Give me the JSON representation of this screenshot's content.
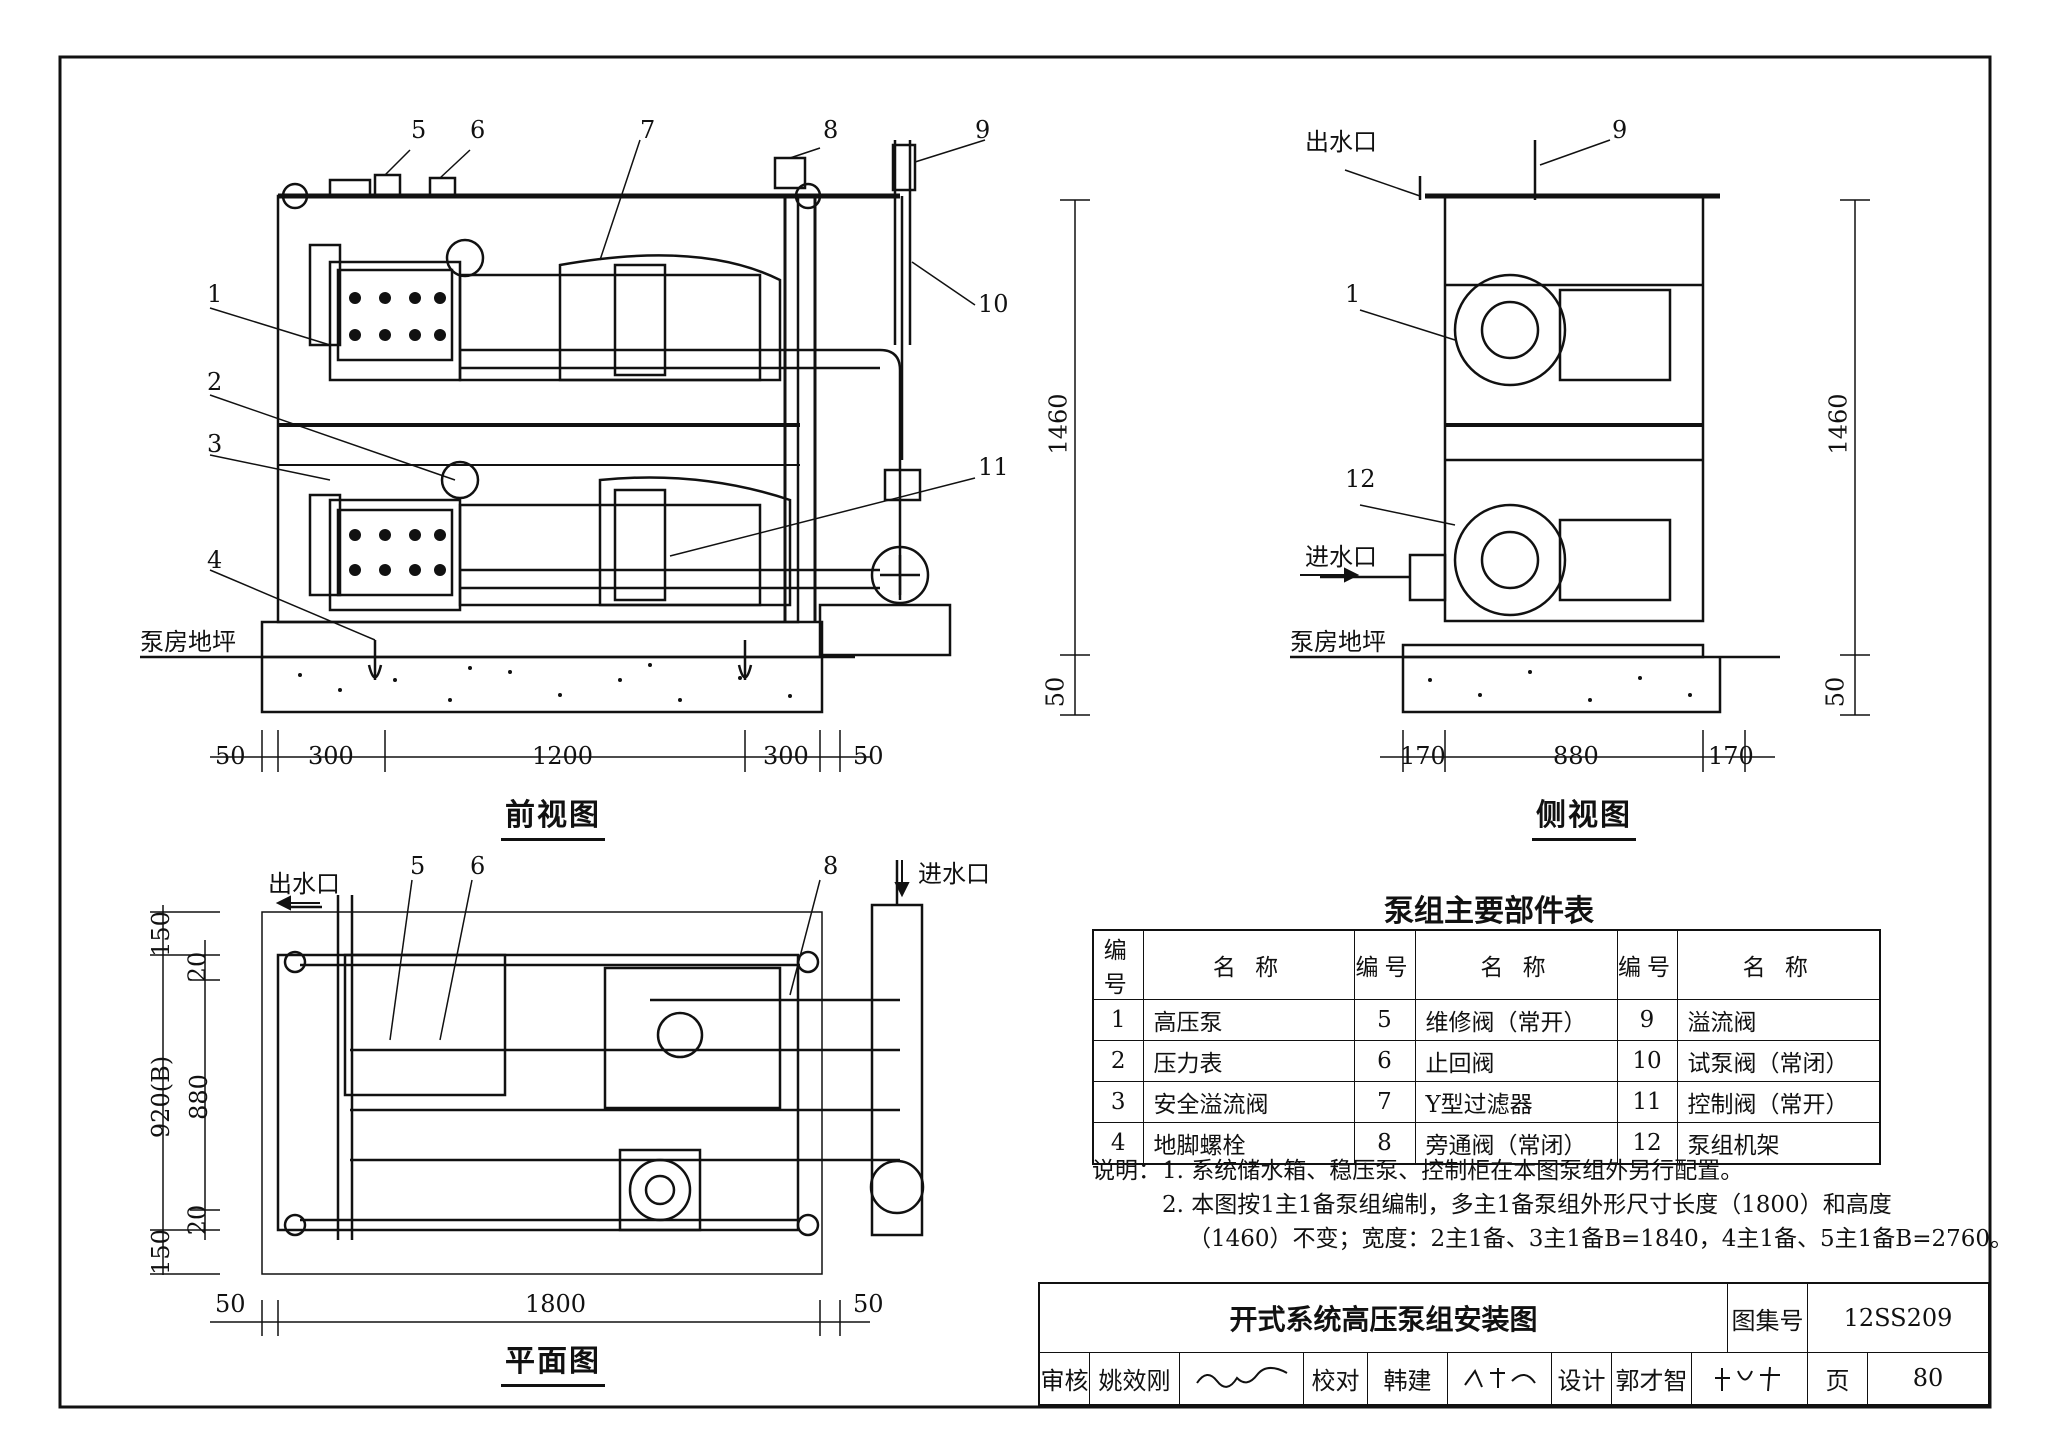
{
  "views": {
    "front": {
      "title": "前视图",
      "callouts": [
        "1",
        "2",
        "3",
        "4",
        "5",
        "6",
        "7",
        "8",
        "9",
        "10",
        "11"
      ],
      "floor_label": "泵房地坪",
      "dims_bottom": [
        "50",
        "300",
        "1200",
        "300",
        "50"
      ],
      "dim_height": "1460",
      "dim_base": "50"
    },
    "side": {
      "title": "侧视图",
      "callouts": [
        "9",
        "1",
        "12"
      ],
      "outlet_label": "出水口",
      "inlet_label": "进水口",
      "floor_label": "泵房地坪",
      "dims_bottom": [
        "170",
        "880",
        "170"
      ],
      "dim_height": "1460",
      "dim_base": "50"
    },
    "plan": {
      "title": "平面图",
      "callouts": [
        "5",
        "6",
        "8"
      ],
      "outlet_label": "出水口",
      "inlet_label": "进水口",
      "dims_bottom": [
        "50",
        "1800",
        "50"
      ],
      "dims_left": [
        "150",
        "20",
        "880",
        "920(B)",
        "20",
        "150"
      ]
    }
  },
  "parts_table": {
    "title": "泵组主要部件表",
    "header": [
      "编号",
      "名 称",
      "编号",
      "名 称",
      "编号",
      "名 称"
    ],
    "rows": [
      [
        "1",
        "高压泵",
        "5",
        "维修阀（常开）",
        "9",
        "溢流阀"
      ],
      [
        "2",
        "压力表",
        "6",
        "止回阀",
        "10",
        "试泵阀（常闭）"
      ],
      [
        "3",
        "安全溢流阀",
        "7",
        "Y型过滤器",
        "11",
        "控制阀（常开）"
      ],
      [
        "4",
        "地脚螺栓",
        "8",
        "旁通阀（常闭）",
        "12",
        "泵组机架"
      ]
    ]
  },
  "notes": {
    "prefix": "说明：",
    "items": [
      "1. 系统储水箱、稳压泵、控制柜在本图泵组外另行配置。",
      "2. 本图按1主1备泵组编制，多主1备泵组外形尺寸长度（1800）和高度",
      "（1460）不变；宽度：2主1备、3主1备B=1840，4主1备、5主1备B=2760。"
    ]
  },
  "title_block": {
    "drawing_title": "开式系统高压泵组安装图",
    "atlas_label": "图集号",
    "atlas_no": "12SS209",
    "review_label": "审核",
    "reviewer": "姚效刚",
    "check_label": "校对",
    "checker": "韩建",
    "design_label": "设计",
    "designer": "郭才智",
    "page_label": "页",
    "page_no": "80"
  }
}
